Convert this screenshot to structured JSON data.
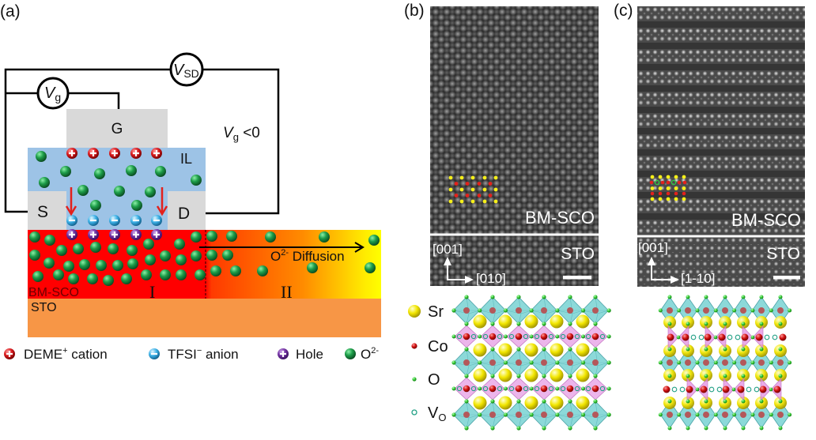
{
  "panels": {
    "a": "(a)",
    "b": "(b)",
    "c": "(c)"
  },
  "panel_a": {
    "circuit": {
      "vsd": {
        "symbol": "V",
        "subscript": "SD"
      },
      "vg": {
        "symbol": "V",
        "subscript": "g"
      },
      "condition": {
        "symbol": "V",
        "subscript": "g",
        "relation": " <0"
      },
      "gate": "G",
      "source": "S",
      "drain": "D",
      "ionic_liquid": "IL"
    },
    "layers": {
      "film": "BM-SCO",
      "substrate": "STO",
      "region_1": "I",
      "region_2": "II"
    },
    "diffusion": {
      "ion": "O",
      "charge": "2-",
      "label": " Diffusion"
    },
    "legend": [
      {
        "name": "DEME",
        "charge": "+",
        "suffix": " cation",
        "icon": "cation-plus-icon"
      },
      {
        "name": "TFSI",
        "charge": "−",
        "suffix": " anion",
        "icon": "anion-minus-icon"
      },
      {
        "name": "Hole",
        "icon": "hole-plus-icon"
      },
      {
        "name": "O",
        "charge": "2-",
        "icon": "oxygen-ion-icon"
      }
    ]
  },
  "panel_b": {
    "film": "BM-SCO",
    "substrate": "STO",
    "axis_vertical": "[001]",
    "axis_horizontal": "[010]"
  },
  "panel_c": {
    "film": "BM-SCO",
    "substrate": "STO",
    "axis_vertical": "[001]",
    "axis_horizontal": "[1-10]"
  },
  "structure_legend": [
    {
      "element": "Sr"
    },
    {
      "element": "Co"
    },
    {
      "element": "O"
    },
    {
      "element": "V",
      "subscript": "O"
    }
  ],
  "colors": {
    "electrode": "#D9D9D9",
    "ionic_liquid": "#9DC3E6",
    "film_red": "#FF0000",
    "film_orange": "#FF8C00",
    "film_yellow": "#FFFF00",
    "substrate": "#F79646",
    "field_arrow": "#E3211C",
    "oxygen_ion": "#1E9E4A",
    "cation": "#D7191C",
    "anion": "#3BB0E6",
    "hole": "#7030A0",
    "octahedra": "#6FCFCF",
    "tetrahedra": "#E28EE0",
    "strontium": "#F2E600",
    "cobalt": "#D01010",
    "oxygen_atom": "#35C835",
    "vacancy": "#22A085"
  }
}
